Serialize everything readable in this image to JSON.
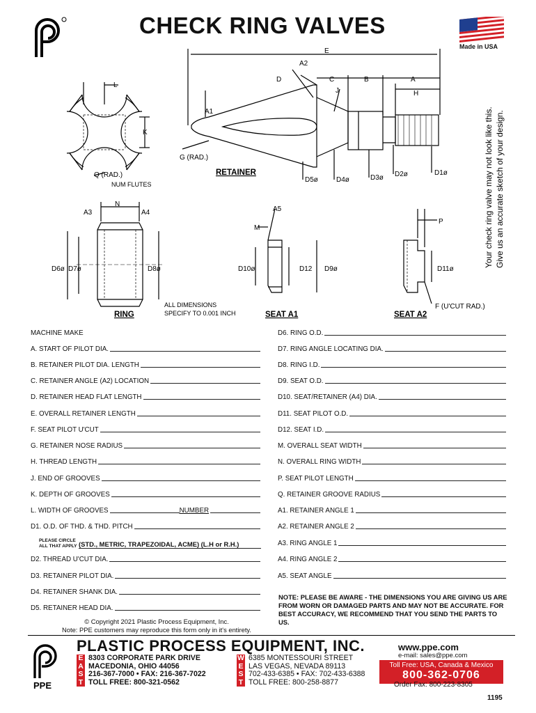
{
  "header": {
    "title": "CHECK RING VALVES",
    "made_in": "Made in USA"
  },
  "side_note": [
    "Your check ring valve may not look like this.",
    "Give us an accurate sketch of your design."
  ],
  "diagram": {
    "labels": {
      "E": "E",
      "A2": "A2",
      "D": "D",
      "C": "C",
      "B": "B",
      "A": "A",
      "J": "J",
      "H": "H",
      "L": "L",
      "K": "K",
      "A1": "A1",
      "G": "G (RAD.)",
      "Q": "Q (RAD.)",
      "num_flutes": "NUM FLUTES",
      "retainer": "RETAINER",
      "D5": "D5ø",
      "D4": "D4ø",
      "D3": "D3ø",
      "D2": "D2ø",
      "D1": "D1ø",
      "N": "N",
      "A3": "A3",
      "A4": "A4",
      "D6": "D6ø",
      "D7": "D7ø",
      "D8": "D8ø",
      "A5": "A5",
      "M": "M",
      "D10": "D10ø",
      "D12": "D12",
      "D9": "D9ø",
      "P": "P",
      "D11": "D11ø",
      "F": "F (U'CUT RAD.)",
      "ring": "RING",
      "all_dims_1": "ALL DIMENSIONS",
      "all_dims_2": "SPECIFY TO 0.001 INCH",
      "seat_a1": "SEAT A1",
      "seat_a2": "SEAT A2"
    }
  },
  "form": {
    "left": [
      "MACHINE MAKE",
      "A. START OF PILOT DIA.",
      "B. RETAINER PILOT DIA. LENGTH",
      "C. RETAINER ANGLE (A2) LOCATION",
      "D. RETAINER HEAD FLAT LENGTH",
      "E. OVERALL RETAINER LENGTH",
      "F. SEAT PILOT U'CUT",
      "G. RETAINER NOSE RADIUS",
      "H. THREAD LENGTH",
      "J. END OF GROOVES",
      "K. DEPTH OF GROOVES",
      "L. WIDTH OF GROOVES",
      "D1. O.D. OF THD. & THD. PITCH",
      "D2. THREAD U'CUT DIA.",
      "D3. RETAINER PILOT DIA.",
      "D4. RETAINER SHANK DIA.",
      "D5. RETAINER HEAD DIA."
    ],
    "number_label": "NUMBER",
    "please_circle_1": "PLEASE CIRCLE",
    "please_circle_2": "ALL THAT APPLY",
    "thread_options": "(STD., METRIC, TRAPEZOIDAL, ACME) (L.H or R.H.)",
    "right": [
      "D6. RING O.D.",
      "D7. RING ANGLE LOCATING DIA.",
      "D8. RING I.D.",
      "D9. SEAT O.D.",
      "D10. SEAT/RETAINER (A4) DIA.",
      "D11. SEAT PILOT O.D.",
      "D12. SEAT I.D.",
      "M. OVERALL SEAT WIDTH",
      "N. OVERALL RING WIDTH",
      "P. SEAT PILOT LENGTH",
      "Q. RETAINER GROOVE RADIUS",
      "A1. RETAINER ANGLE 1",
      "A2. RETAINER ANGLE 2",
      "A3. RING ANGLE 1",
      "A4. RING ANGLE 2",
      "A5. SEAT ANGLE"
    ]
  },
  "note": "NOTE: PLEASE BE AWARE - THE DIMENSIONS YOU ARE GIVING US ARE FROM WORN OR DAMAGED PARTS AND MAY NOT BE ACCURATE. FOR BEST ACCURACY, WE RECOMMEND THAT YOU SEND THE PARTS TO US.",
  "copyright": "© Copyright 2021 Plastic Process Equipment, Inc.",
  "copyright_note": "Note: PPE customers may reproduce this form only in it's entirety.",
  "footer": {
    "company": "PLASTIC PROCESS EQUIPMENT, INC.",
    "logo_text": "PPE",
    "east_letters": [
      "E",
      "A",
      "S",
      "T"
    ],
    "west_letters": [
      "W",
      "E",
      "S",
      "T"
    ],
    "east": [
      "8303 CORPORATE PARK DRIVE",
      "MACEDONIA, OHIO 44056",
      "216-367-7000 • FAX: 216-367-7022",
      "TOLL FREE: 800-321-0562"
    ],
    "west": [
      "6385 MONTESSOURI STREET",
      "LAS VEGAS, NEVADA 89113",
      "702-433-6385 • FAX: 702-433-6388",
      "TOLL FREE: 800-258-8877"
    ],
    "website": "www.ppe.com",
    "email": "e-mail: sales@ppe.com",
    "toll_label": "Toll Free: USA, Canada & Mexico",
    "toll_number": "800-362-0706",
    "order_fax": "Order Fax: 800-223-8305",
    "page_number": "1195"
  },
  "colors": {
    "brand_red": "#d32027",
    "flag_blue": "#1f3f8f"
  }
}
